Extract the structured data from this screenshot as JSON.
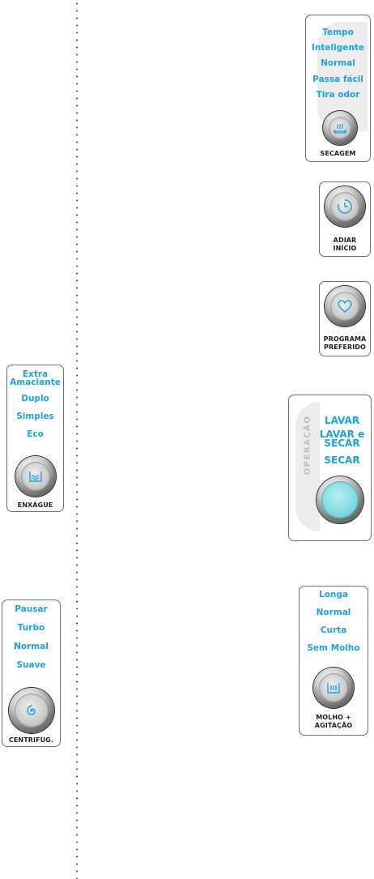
{
  "secagem": {
    "options": [
      "Tempo",
      "Inteligente",
      "Normal",
      "Passa fácil",
      "Tira odor"
    ],
    "label": "SECAGEM",
    "icon": "steam-icon"
  },
  "adiar": {
    "label_line1": "ADIAR",
    "label_line2": "INÍCIO",
    "icon": "clock-icon"
  },
  "preferido": {
    "label_line1": "PROGRAMA",
    "label_line2": "PREFERIDO",
    "icon": "heart-icon"
  },
  "enxague": {
    "options": [
      "Extra",
      "Amaciante",
      "Duplo",
      "Simples",
      "Eco"
    ],
    "label": "ENXÁGUE",
    "icon": "rinse-icon"
  },
  "operacao": {
    "vertical_label": "OPERAÇÃO",
    "options": [
      "LAVAR",
      "LAVAR  e",
      "SECAR",
      "SECAR"
    ],
    "icon": "start-button"
  },
  "centrifug": {
    "options": [
      "Pausar",
      "Turbo",
      "Normal",
      "Suave"
    ],
    "label": "CENTRIFUG.",
    "icon": "spin-icon"
  },
  "molho": {
    "options": [
      "Longa",
      "Normal",
      "Curta",
      "Sem Molho"
    ],
    "label_line1": "MOLHO +",
    "label_line2": "AGITAÇÃO",
    "icon": "soak-icon"
  },
  "colors": {
    "accent": "#1aa6dc",
    "border": "#6f6f6f",
    "start_button": "#7fdde0"
  }
}
